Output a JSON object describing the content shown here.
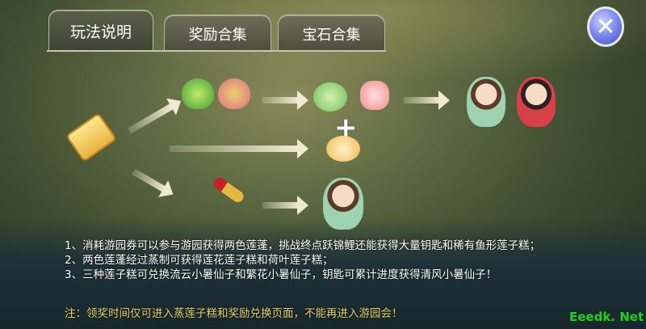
{
  "tabs": [
    {
      "label": "玩法说明",
      "active": true
    },
    {
      "label": "奖励合集",
      "active": false
    },
    {
      "label": "宝石合集",
      "active": false
    }
  ],
  "close_icon": "close-x-icon",
  "diagram": {
    "items": [
      "ticket-icon",
      "lotus-pod-green-icon",
      "lotus-pod-pink-icon",
      "green-lotus-cake-icon",
      "pink-lotus-cake-icon",
      "fish-cake-icon",
      "key-icon",
      "fairy-liuyun-icon",
      "fairy-fanhua-icon",
      "fairy-qingfeng-icon"
    ],
    "plus": "+"
  },
  "rules": [
    "1、消耗游园券可以参与游园获得两色莲蓬，挑战终点跃锦鲤还能获得大量钥匙和稀有鱼形莲子糕；",
    "2、两色莲蓬经过蒸制可获得莲花莲子糕和荷叶莲子糕；",
    "3、三种莲子糕可兑换流云小暑仙子和繁花小暑仙子，钥匙可累计进度获得清风小暑仙子！"
  ],
  "note": "注：领奖时间仅可进入蒸莲子糕和奖励兑换页面，不能再进入游园会！",
  "watermark": "Eeedk. Net"
}
